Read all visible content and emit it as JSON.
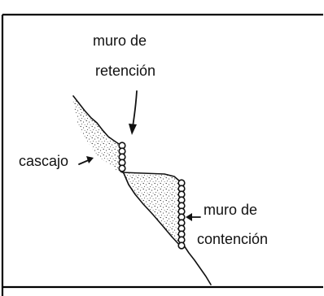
{
  "labels": {
    "muro_retencion_line1": "muro de",
    "muro_retencion_line2": "retención",
    "cascajo": "cascajo",
    "muro_contencion_line1": "muro de",
    "muro_contencion_line2": "contención"
  }
}
